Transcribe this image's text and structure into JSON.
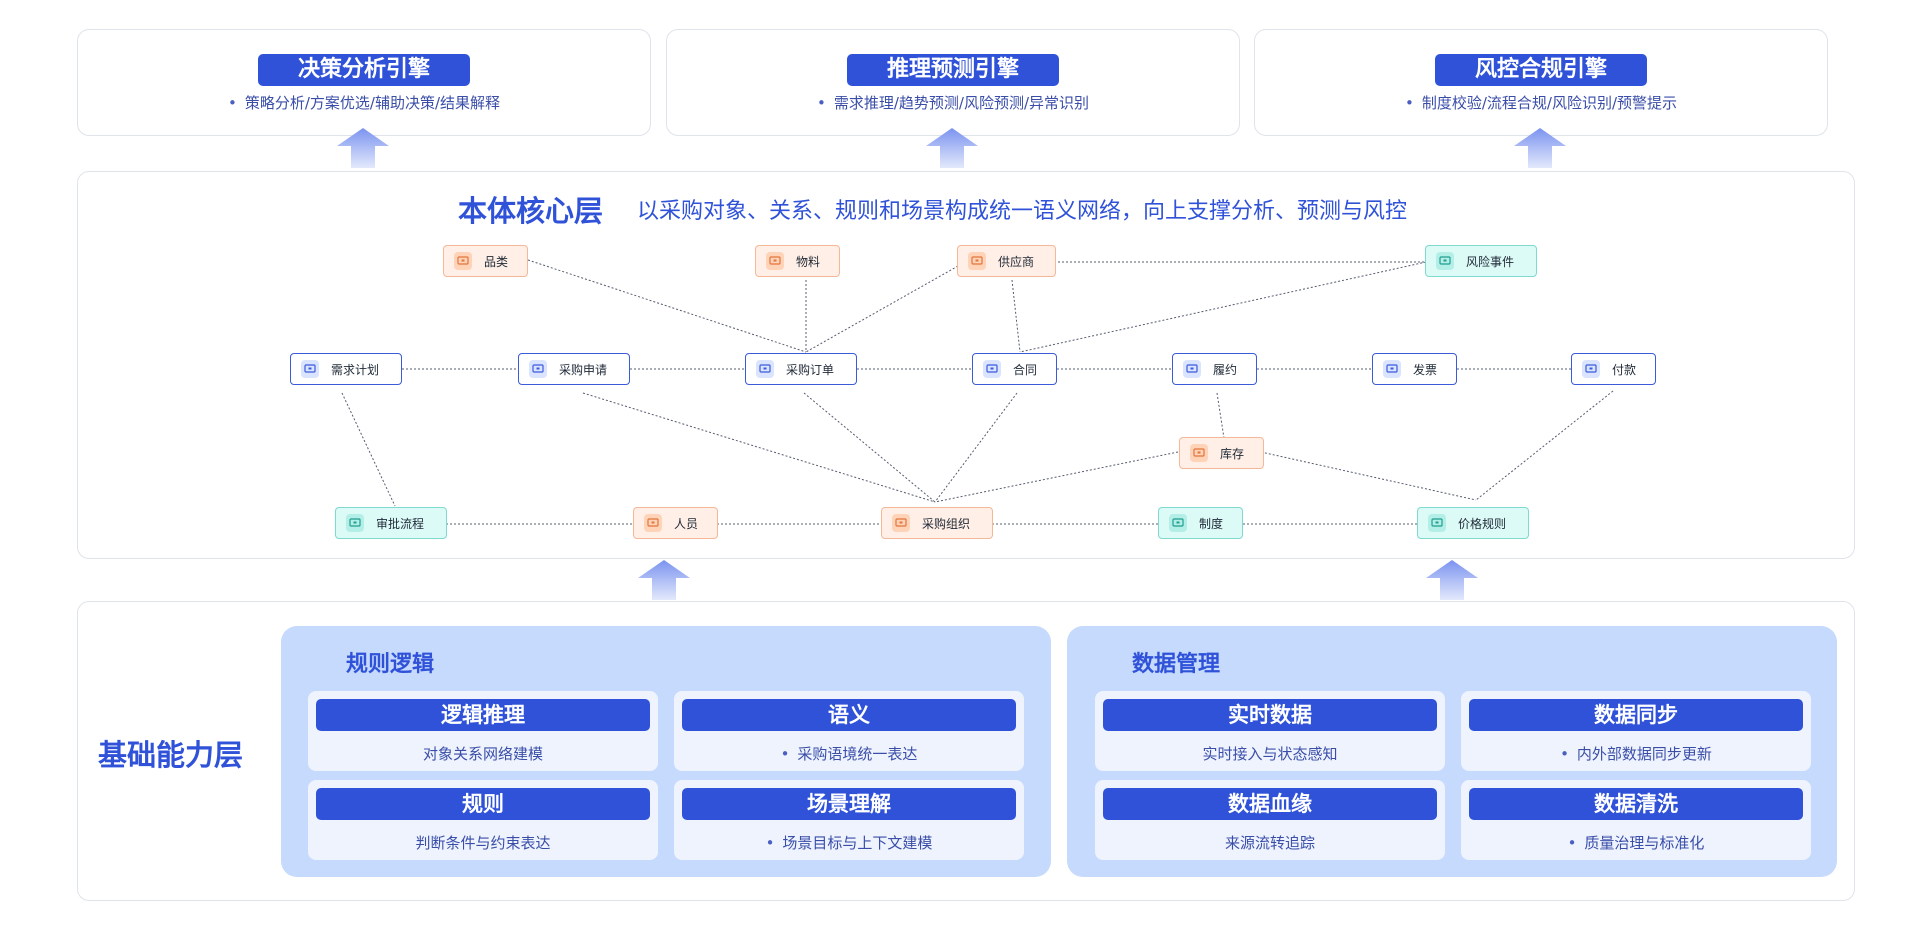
{
  "engines": [
    {
      "title": "决策分析引擎",
      "desc": "策略分析/方案优选/辅助决策/结果解释"
    },
    {
      "title": "推理预测引擎",
      "desc": "需求推理/趋势预测/风险预测/异常识别"
    },
    {
      "title": "风控合规引擎",
      "desc": "制度校验/流程合规/风险识别/预警提示"
    }
  ],
  "core": {
    "title": "本体核心层",
    "subtitle": "以采购对象、关系、规则和场景构成统一语义网络，向上支撑分析、预测与风控"
  },
  "nodes": {
    "pinlei": "品类",
    "wuliao": "物料",
    "gongyingshang": "供应商",
    "fengxianshijian": "风险事件",
    "xuqiujihua": "需求计划",
    "caigoushenqing": "采购申请",
    "caigoudingdan": "采购订单",
    "hetong": "合同",
    "lvyue": "履约",
    "fapiao": "发票",
    "fukuan": "付款",
    "kucun": "库存",
    "shenpiliucheng": "审批流程",
    "renyuan": "人员",
    "caigouzuzhi": "采购组织",
    "zhidu": "制度",
    "jiageguize": "价格规则"
  },
  "colors": {
    "primary": "#2f52d9",
    "entity_blue": "#3b5bdb",
    "entity_orange": "#f5b897",
    "entity_teal": "#7fd9cf",
    "group_bg": "#c5dafd"
  },
  "foundation": {
    "title": "基础能力层",
    "rule_group": {
      "title": "规则逻辑",
      "cards": [
        {
          "title": "逻辑推理",
          "desc": "对象关系网络建模"
        },
        {
          "title": "语义",
          "desc": "采购语境统一表达"
        },
        {
          "title": "规则",
          "desc": "判断条件与约束表达"
        },
        {
          "title": "场景理解",
          "desc": "场景目标与上下文建模"
        }
      ]
    },
    "data_group": {
      "title": "数据管理",
      "cards": [
        {
          "title": "实时数据",
          "desc": "实时接入与状态感知"
        },
        {
          "title": "数据同步",
          "desc": "内外部数据同步更新"
        },
        {
          "title": "数据血缘",
          "desc": "来源流转追踪"
        },
        {
          "title": "数据清洗",
          "desc": "质量治理与标准化"
        }
      ]
    }
  }
}
